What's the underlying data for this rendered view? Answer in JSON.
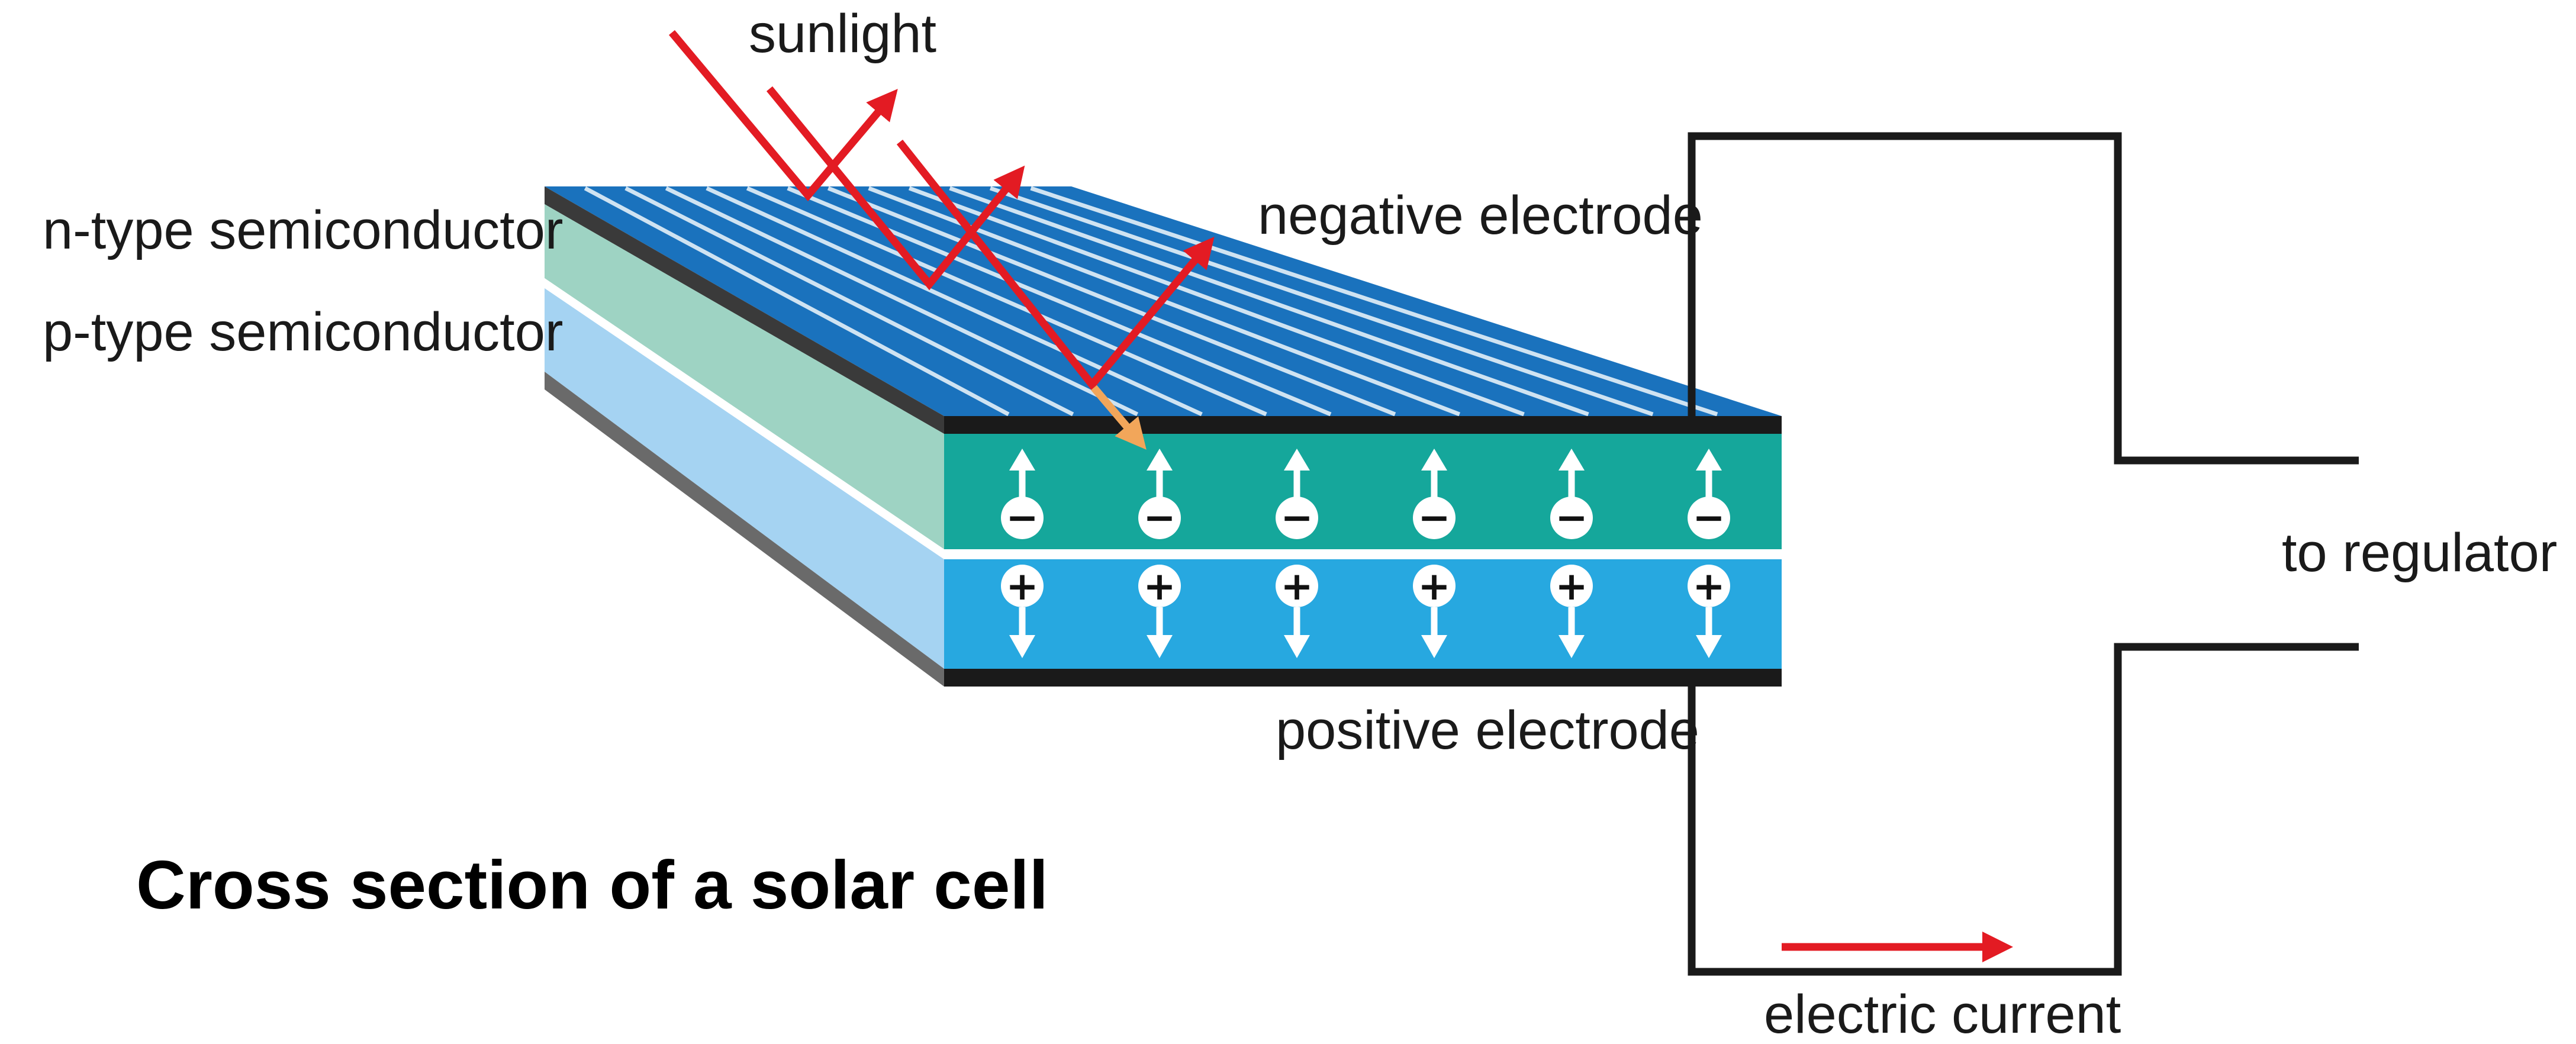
{
  "title": "Cross section of a solar cell",
  "labels": {
    "sunlight": "sunlight",
    "n_type": "n-type semiconductor",
    "p_type": "p-type semiconductor",
    "negative_electrode": "negative electrode",
    "positive_electrode": "positive electrode",
    "to_regulator": "to regulator",
    "electric_current": "electric current"
  },
  "symbols": {
    "electron": "−",
    "hole": "+"
  },
  "carrier_pairs": 6,
  "colors": {
    "top_surface": "#1a72bd",
    "n_layer_front": "#15a79b",
    "n_layer_side": "#9ed3c3",
    "p_layer_front": "#27a8e0",
    "p_layer_side": "#a5d3f2",
    "electrode": "#1a1a1a",
    "sunlight_arrows": "#e31b23",
    "excitation_arrow": "#f2a65a",
    "current_arrow": "#e31b23",
    "circuit_wire": "#1a1a1a"
  }
}
